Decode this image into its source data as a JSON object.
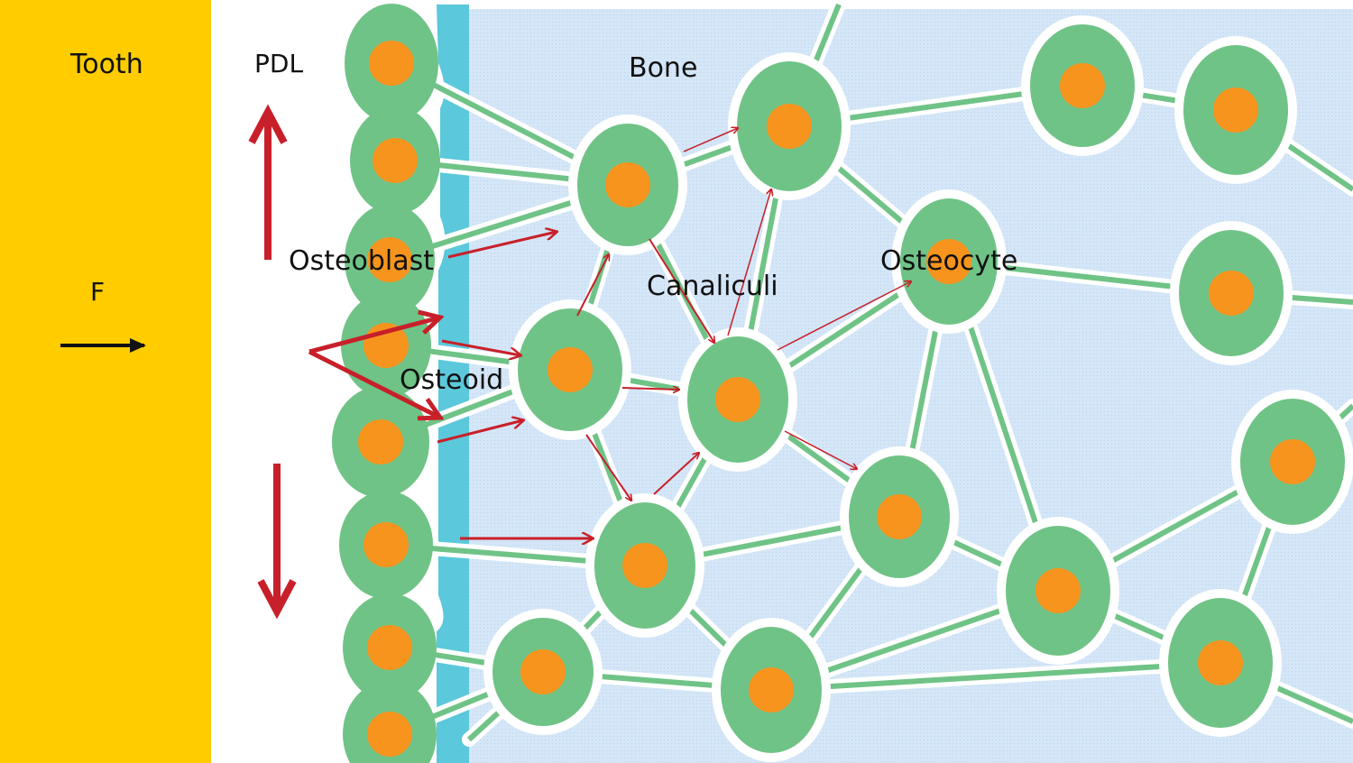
{
  "labels": {
    "tooth": "Tooth",
    "pdl": "PDL",
    "bone": "Bone",
    "force": "F",
    "osteoblast": "Osteoblast",
    "canaliculi": "Canaliculi",
    "osteocyte": "Osteocyte",
    "osteoid": "Osteoid"
  },
  "colors": {
    "tooth": "#FFCC00",
    "pdl": "#FFFFFF",
    "osteoid": "#5BC8DC",
    "bone": "#CFE3F5",
    "cell": "#6FC386",
    "nucleus": "#F7941E",
    "force_arrow": "#111111",
    "signal_arrow": "#C8202A"
  },
  "icons": [
    "force-arrow-icon",
    "tension-arrow-up-icon",
    "tension-arrow-down-icon",
    "signal-arrow-icon"
  ]
}
